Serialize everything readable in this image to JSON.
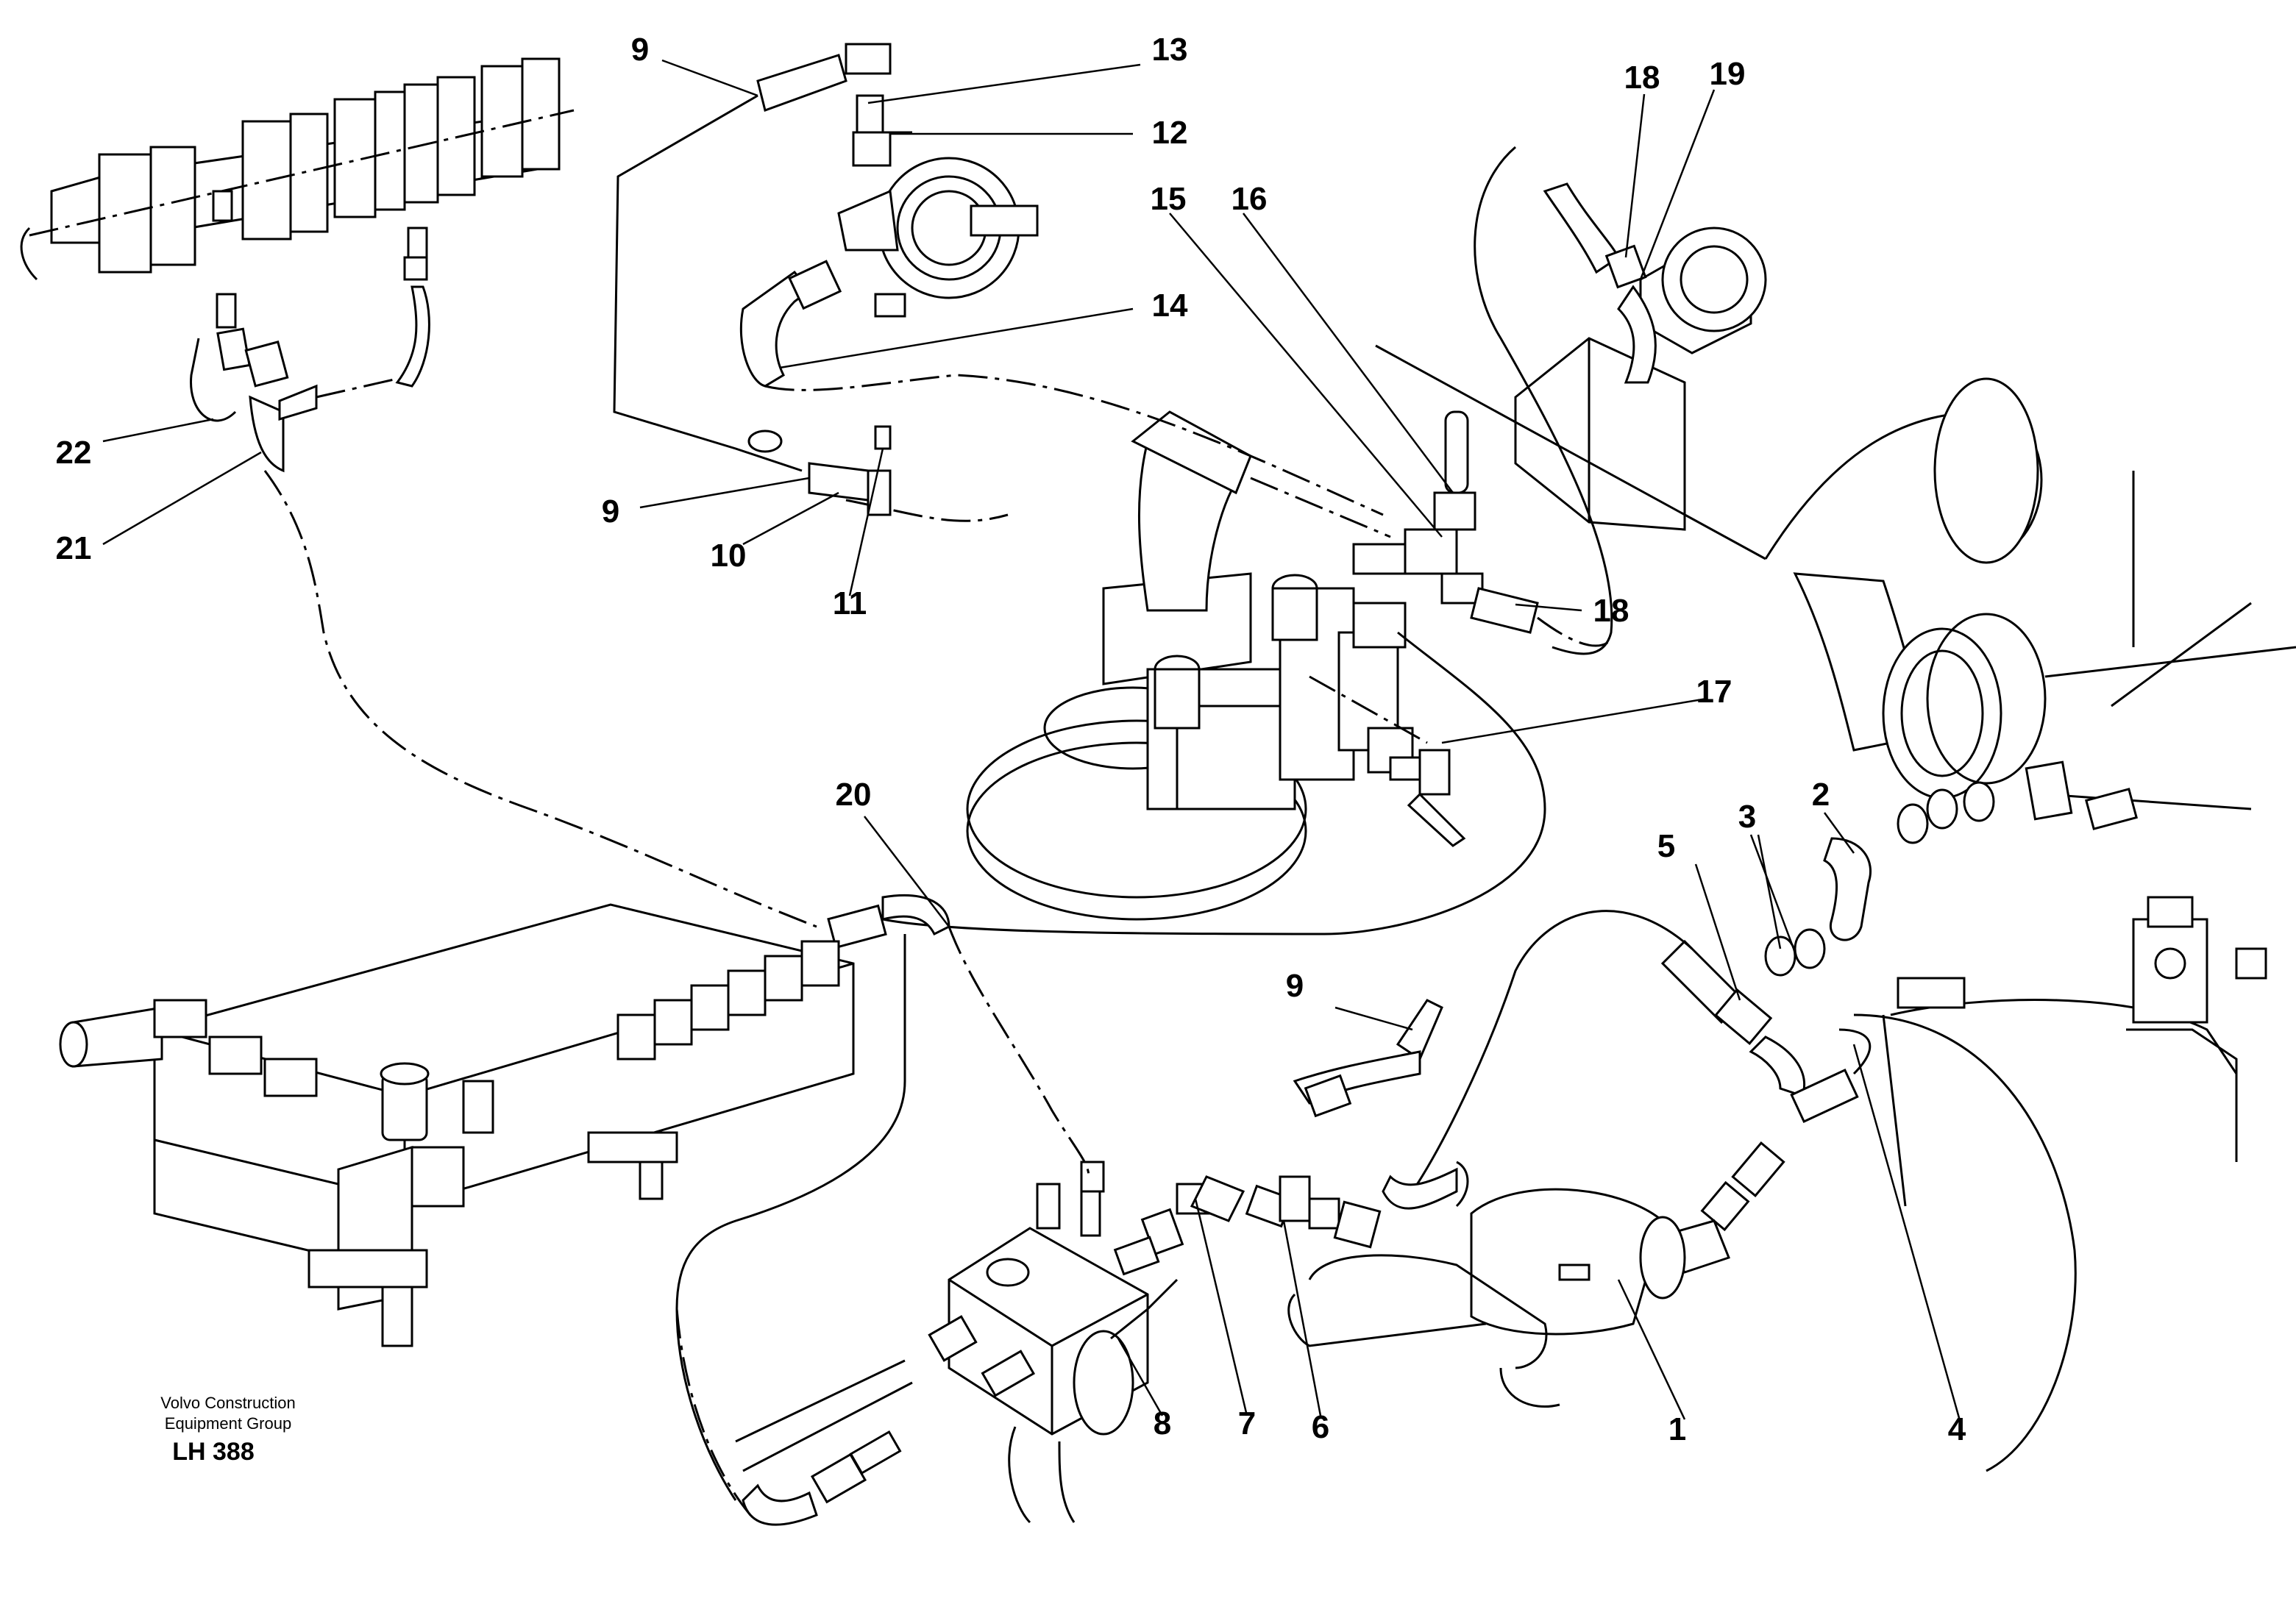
{
  "diagram": {
    "callouts": [
      "1",
      "2",
      "3",
      "4",
      "5",
      "6",
      "7",
      "8",
      "9",
      "10",
      "11",
      "12",
      "13",
      "14",
      "15",
      "16",
      "17",
      "18",
      "19",
      "20",
      "21",
      "22"
    ],
    "caption": {
      "line1": "Volvo Construction",
      "line2": "Equipment Group",
      "code": "LH 388"
    }
  }
}
